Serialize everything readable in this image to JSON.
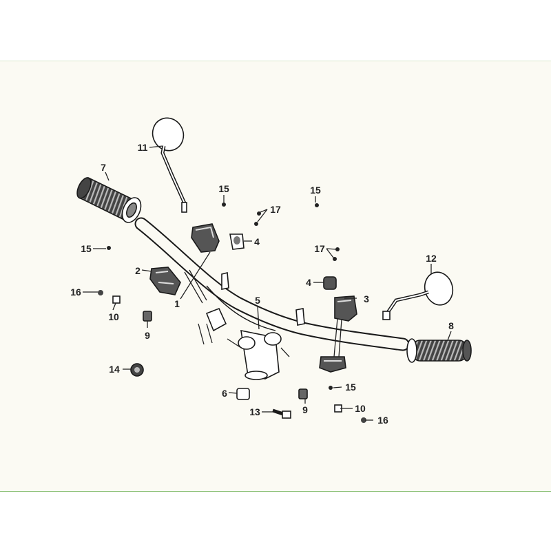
{
  "callouts": [
    {
      "id": "c1",
      "text": "1"
    },
    {
      "id": "c2",
      "text": "2"
    },
    {
      "id": "c3",
      "text": "3"
    },
    {
      "id": "c4a",
      "text": "4"
    },
    {
      "id": "c4b",
      "text": "4"
    },
    {
      "id": "c5",
      "text": "5"
    },
    {
      "id": "c6",
      "text": "6"
    },
    {
      "id": "c7",
      "text": "7"
    },
    {
      "id": "c8",
      "text": "8"
    },
    {
      "id": "c9a",
      "text": "9"
    },
    {
      "id": "c9b",
      "text": "9"
    },
    {
      "id": "c10a",
      "text": "10"
    },
    {
      "id": "c10b",
      "text": "10"
    },
    {
      "id": "c11",
      "text": "11"
    },
    {
      "id": "c12",
      "text": "12"
    },
    {
      "id": "c13",
      "text": "13"
    },
    {
      "id": "c14",
      "text": "14"
    },
    {
      "id": "c15a",
      "text": "15"
    },
    {
      "id": "c15b",
      "text": "15"
    },
    {
      "id": "c15c",
      "text": "15"
    },
    {
      "id": "c15d",
      "text": "15"
    },
    {
      "id": "c16a",
      "text": "16"
    },
    {
      "id": "c16b",
      "text": "16"
    },
    {
      "id": "c17a",
      "text": "17"
    },
    {
      "id": "c17b",
      "text": "17"
    }
  ]
}
